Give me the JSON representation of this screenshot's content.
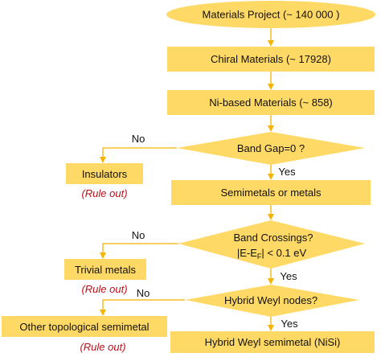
{
  "nodes": {
    "materials_project": "Materials Project  (~ 140 000 )",
    "chiral_materials": "Chiral Materials  (~ 17928)",
    "ni_based": "Ni-based Materials  (~ 858)",
    "band_gap": "Band Gap=0 ?",
    "insulators": "Insulators",
    "semimetals": "Semimetals  or metals",
    "band_crossings_line1": "Band Crossings?",
    "band_crossings_line2_prefix": "|E-E",
    "band_crossings_line2_sub": "F",
    "band_crossings_line2_suffix": "| < 0.1 eV",
    "trivial_metals": "Trivial metals",
    "hybrid_weyl_q": "Hybrid Weyl nodes?",
    "other_topological": "Other topological semimetal",
    "hybrid_weyl_result": "Hybrid  Weyl semimetal  (NiSi)"
  },
  "labels": {
    "rule_out": "(Rule out)",
    "no": "No",
    "yes": "Yes"
  },
  "colors": {
    "fill": "#ffd966",
    "arrow": "#f5b400",
    "rule_out": "#b5121b"
  }
}
